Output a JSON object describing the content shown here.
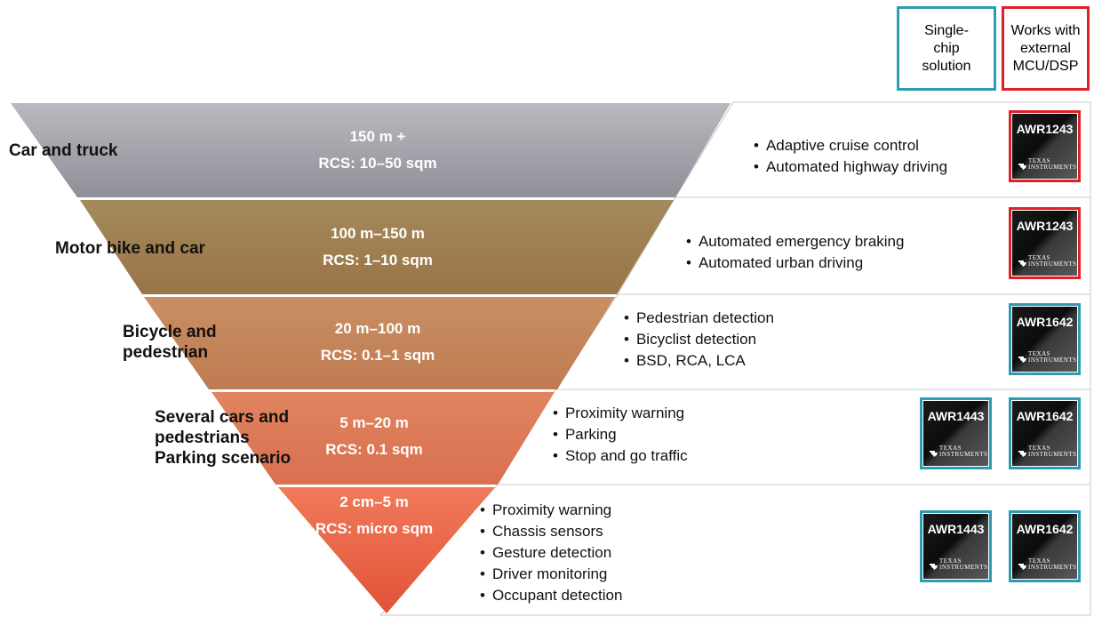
{
  "legend": {
    "single_chip": "Single-\nchip\nsolution",
    "external": "Works with\nexternal\nMCU/DSP"
  },
  "colors": {
    "single_chip_border": "#2e9cb0",
    "external_border": "#e02027",
    "tier_car_truck": "#9e9ea6",
    "tier_motorbike": "#a08052",
    "tier_bicycle": "#c9845a",
    "tier_several": "#dc7a5a",
    "tier_short": "#ea6548"
  },
  "tiers": [
    {
      "title": "Car and truck",
      "range": "150 m +",
      "rcs": "RCS: 10–50 sqm",
      "applications": [
        "Adaptive cruise control",
        "Automated highway driving"
      ],
      "chips": [
        {
          "name": "AWR1243",
          "type": "external"
        }
      ]
    },
    {
      "title": "Motor bike and car",
      "range": "100 m–150 m",
      "rcs": "RCS: 1–10 sqm",
      "applications": [
        "Automated emergency braking",
        "Automated urban driving"
      ],
      "chips": [
        {
          "name": "AWR1243",
          "type": "external"
        }
      ]
    },
    {
      "title": "Bicycle and\npedestrian",
      "range": "20 m–100 m",
      "rcs": "RCS: 0.1–1 sqm",
      "applications": [
        "Pedestrian detection",
        "Bicyclist detection",
        "BSD, RCA, LCA"
      ],
      "chips": [
        {
          "name": "AWR1642",
          "type": "single"
        }
      ]
    },
    {
      "title": "Several cars and\npedestrians\nParking scenario",
      "range": "5 m–20 m",
      "rcs": "RCS: 0.1 sqm",
      "applications": [
        "Proximity warning",
        "Parking",
        "Stop and go traffic"
      ],
      "chips": [
        {
          "name": "AWR1443",
          "type": "single"
        },
        {
          "name": "AWR1642",
          "type": "single"
        }
      ]
    },
    {
      "title": "",
      "range": "2 cm–5 m",
      "rcs": "RCS: micro sqm",
      "applications": [
        "Proximity warning",
        "Chassis sensors",
        "Gesture detection",
        "Driver monitoring",
        "Occupant detection"
      ],
      "chips": [
        {
          "name": "AWR1443",
          "type": "single"
        },
        {
          "name": "AWR1642",
          "type": "single"
        }
      ]
    }
  ],
  "brand": "TEXAS\nINSTRUMENTS"
}
